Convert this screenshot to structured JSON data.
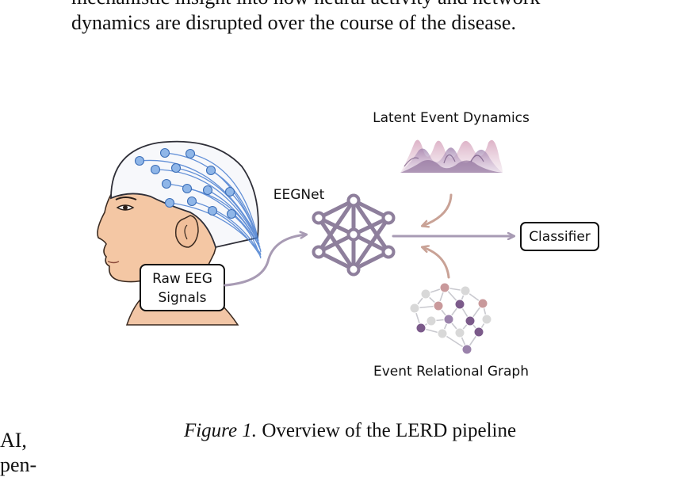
{
  "text": {
    "top_line_1": "mechanistic insight into how neural activity and network",
    "top_line_2": "dynamics are disrupted over the course of the disease.",
    "left_fragment_1": "AI,",
    "left_fragment_2": "pen-"
  },
  "figure": {
    "labels": {
      "latent": "Latent Event Dynamics",
      "eegnet": "EEGNet",
      "classifier": "Classifier",
      "raw_line1": "Raw EEG",
      "raw_line2": "Signals",
      "graph": "Event Relational Graph"
    },
    "caption_prefix": "Figure 1.",
    "caption_text": " Overview of the LERD pipeline",
    "colors": {
      "arrow": "#a89bb4",
      "feedback_arrow": "#c9a296",
      "electrode": "#8fb6e8",
      "wire": "#4a7fd1",
      "node_dark": "#7b5a8a",
      "node_pink": "#c9999b",
      "node_light": "#d8d8d8"
    }
  }
}
